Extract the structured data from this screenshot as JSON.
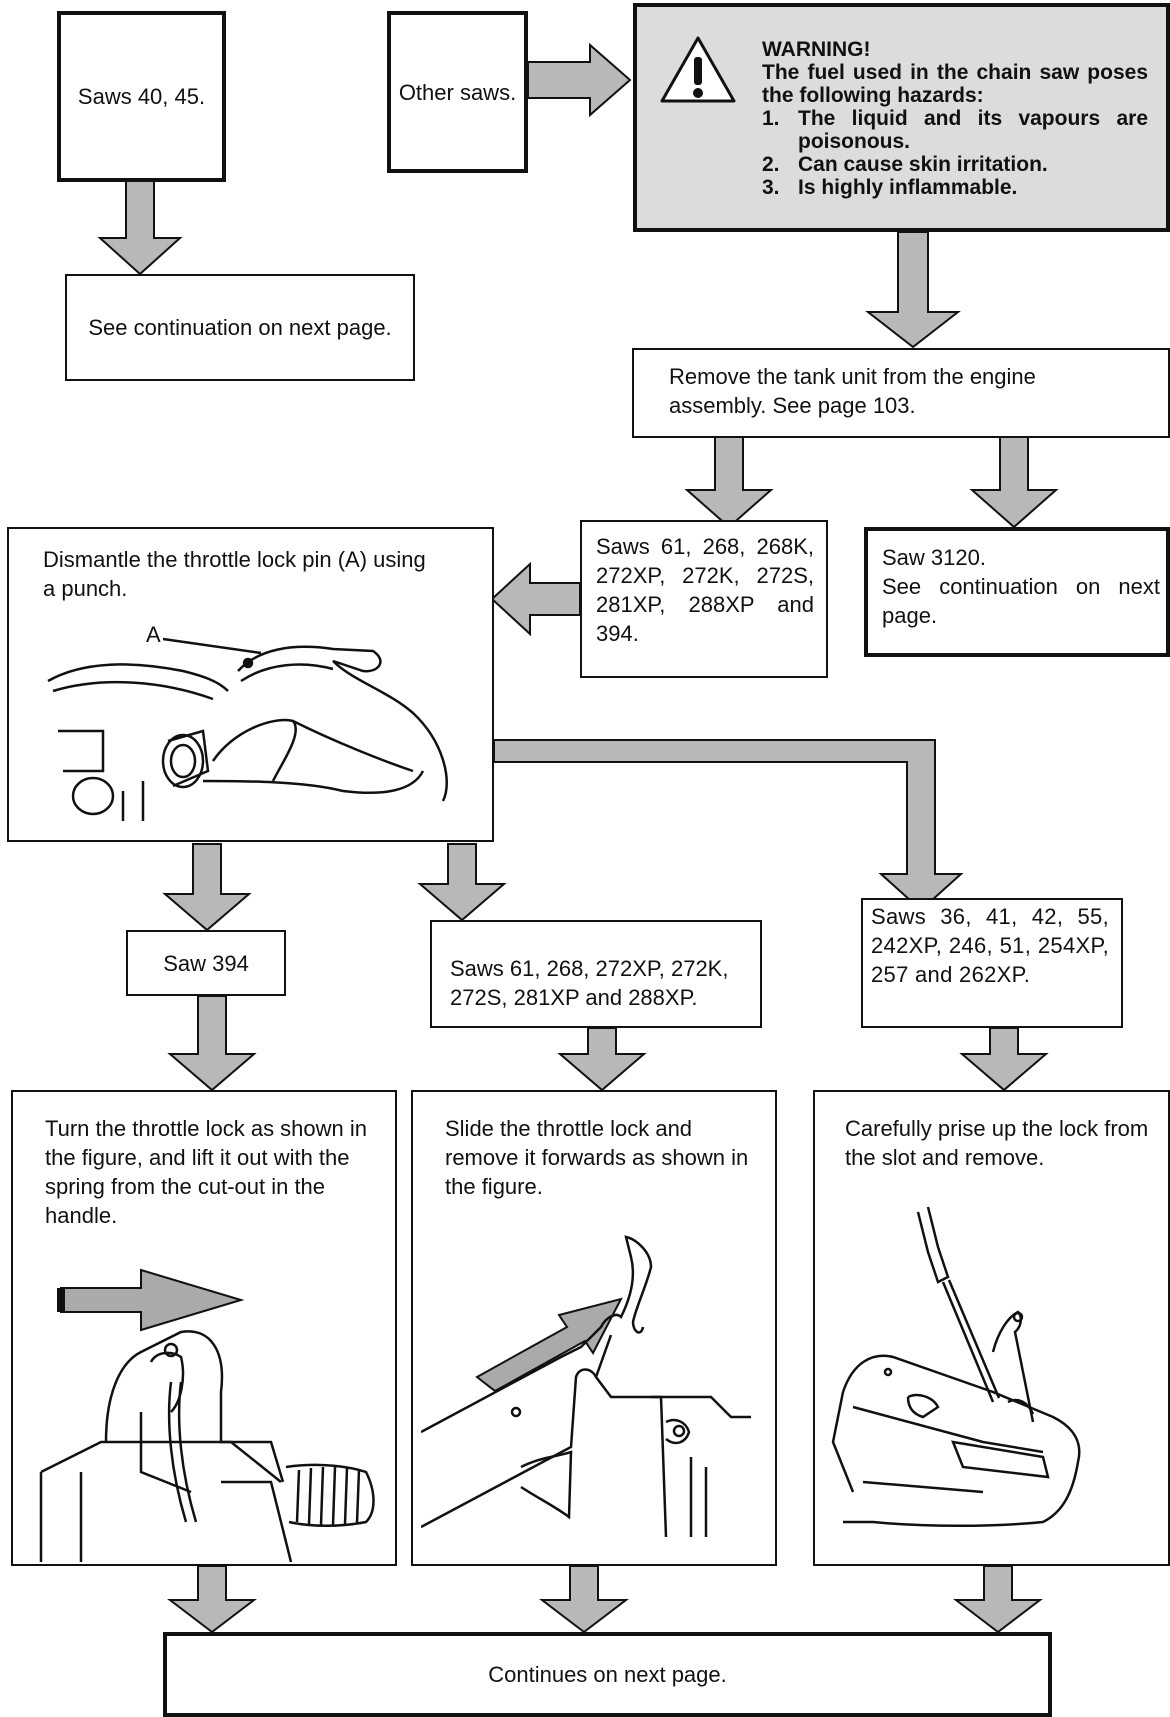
{
  "saws_40_45": "Saws 40, 45.",
  "other_saws": "Other saws.",
  "see_continuation": "See continuation on next page.",
  "warning": {
    "title": "WARNING!",
    "intro": "The fuel used in the chain saw poses the following hazards:",
    "hazards": [
      {
        "num": "1.",
        "text": "The liquid and its vapours are poisonous."
      },
      {
        "num": "2.",
        "text": "Can cause skin irritation."
      },
      {
        "num": "3.",
        "text": "Is highly inflammable."
      }
    ]
  },
  "remove_tank": "Remove the tank unit from the engine assembly. See page 103.",
  "saws_group_a": "Saws 61, 268, 268K, 272XP, 272K, 272S, 281XP, 288XP and 394.",
  "saw_3120": {
    "line1": "Saw 3120.",
    "line2": "See continuation on next page."
  },
  "dismantle": "Dismantle the throttle lock pin (A) using a punch.",
  "pin_label": "A",
  "saw_394": "Saw 394",
  "saws_group_b": "Saws 61, 268, 272XP, 272K, 272S, 281XP and 288XP.",
  "saws_group_c": "Saws 36, 41, 42, 55, 242XP, 246, 51, 254XP, 257 and 262XP.",
  "step_turn": "Turn the throttle lock as shown in the figure, and lift it out with the spring from the cut-out in the handle.",
  "step_slide": "Slide the throttle lock and remove it forwards as shown in the figure.",
  "step_prise": "Carefully prise up the lock from the slot and remove.",
  "continues": "Continues on next page.",
  "colors": {
    "arrow_fill": "#b8b8b8",
    "warning_bg": "#dcdcdc",
    "border": "#111111"
  },
  "icons": [
    "warning-triangle-icon",
    "arrow-down-icon",
    "arrow-right-icon",
    "arrow-left-icon"
  ]
}
